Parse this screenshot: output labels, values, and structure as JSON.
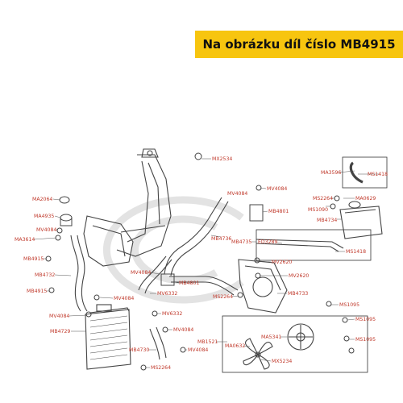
{
  "header": {
    "title": "Na obrázku díl číslo MB4915"
  },
  "colors": {
    "banner": "#f7c50f",
    "label": "#c0392b",
    "line": "#4a4a4a",
    "watermark": "#dcdcdc"
  },
  "labels": {
    "mx2534": "MX2534",
    "ma3596": "MA3596",
    "ms1418a": "MS1418",
    "ma2064": "MA2064",
    "mv4084a": "MV4084",
    "mv4084b": "MV4084",
    "ms2264a": "MS2264",
    "ma0629": "MA0629",
    "ma4935": "MA4935",
    "ms1090": "MS1090",
    "mb4801a": "MB4801",
    "mb4734": "MB4734",
    "mv4084c": "MV4084",
    "ma3614": "MA3614",
    "mb4736": "MB4736",
    "mb4735": "MB4735",
    "ed3289": "ED3289",
    "ms1418b": "MS1418",
    "mb4915": "MB4915",
    "mv2620a": "MV2620",
    "mb4732": "MB4732",
    "mv4084d": "MV4084",
    "mb4801b": "MB4801",
    "mv2620b": "MV2620",
    "mv6332a": "MV6332",
    "mb4733": "MB4733",
    "mb4915b": "MB4915",
    "ms2264b": "MS2264",
    "mv4084e": "MV4084",
    "ms1095a": "MS1095",
    "mv4084f": "MV4084",
    "mv6332b": "MV6332",
    "ms1095b": "MS1095",
    "mb4729": "MB4729",
    "mv4084g": "MV4084",
    "ma5341": "MA5341",
    "mb1521": "MB1521",
    "ms1095c": "MS1095",
    "ma0632": "MA0632",
    "mb4730": "MB4730",
    "mv4084h": "MV4084",
    "mx5234": "MX5234",
    "ms2264c": "MS2264"
  }
}
